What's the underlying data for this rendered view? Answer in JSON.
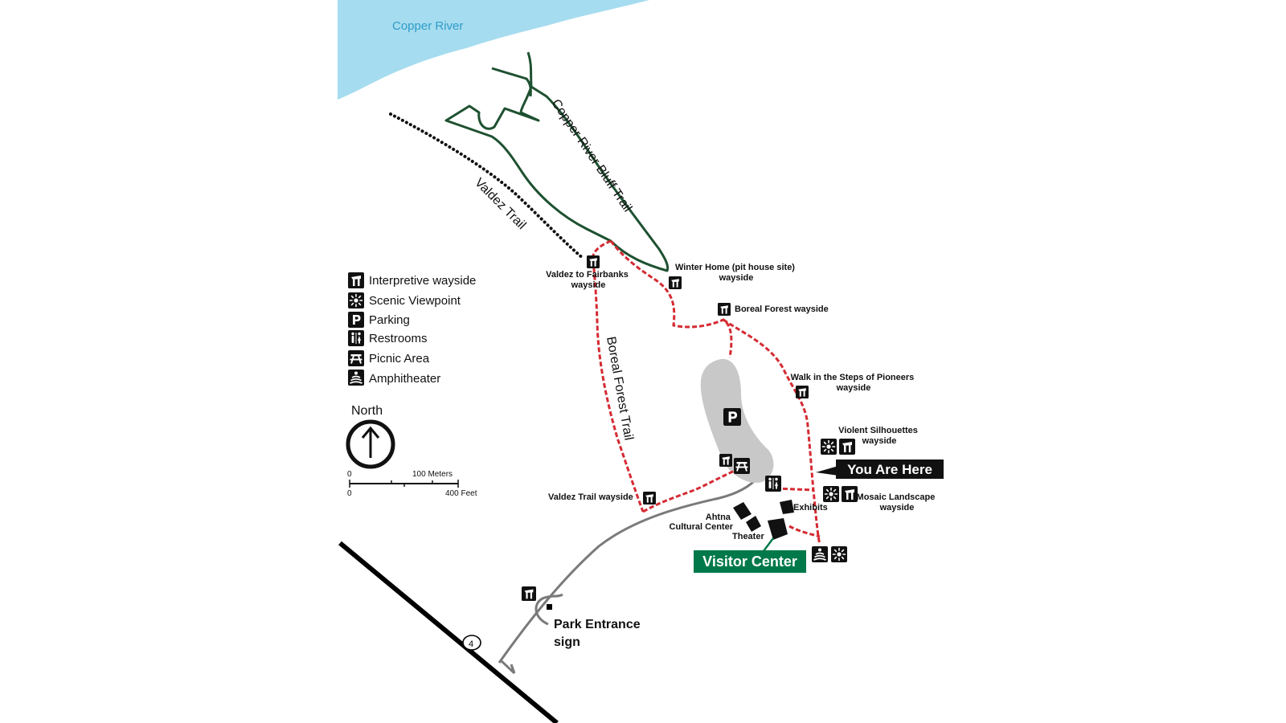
{
  "map": {
    "river_label": "Copper River",
    "trails": {
      "bluff": "Copper River Bluff Trail",
      "valdez": "Valdez Trail",
      "boreal": "Boreal Forest Trail"
    },
    "waysides": {
      "valdez_fairbanks": [
        "Valdez to Fairbanks",
        "wayside"
      ],
      "winter_home": [
        "Winter Home (pit house site)",
        "wayside"
      ],
      "boreal_forest": "Boreal Forest wayside",
      "pioneers": [
        "Walk in the Steps of Pioneers",
        "wayside"
      ],
      "violent": [
        "Violent Silhouettes",
        "wayside"
      ],
      "mosaic": [
        "Mosaic Landscape",
        "wayside"
      ],
      "valdez_trail": "Valdez Trail wayside"
    },
    "buildings": {
      "exhibits": "Exhibits",
      "ahtna": [
        "Ahtna",
        "Cultural Center"
      ],
      "theater": "Theater"
    },
    "you_are_here": "You Are Here",
    "visitor_center": "Visitor Center",
    "park_entrance": [
      "Park Entrance",
      "sign"
    ],
    "route_number": "4",
    "parking_symbol": "P"
  },
  "legend": [
    {
      "icon": "interpretive-wayside-icon",
      "label": "Interpretive wayside"
    },
    {
      "icon": "scenic-viewpoint-icon",
      "label": "Scenic Viewpoint"
    },
    {
      "icon": "parking-icon",
      "label": "Parking"
    },
    {
      "icon": "restrooms-icon",
      "label": "Restrooms"
    },
    {
      "icon": "picnic-area-icon",
      "label": "Picnic Area"
    },
    {
      "icon": "amphitheater-icon",
      "label": "Amphitheater"
    }
  ],
  "compass": {
    "label": "North"
  },
  "scale": {
    "meters_zero": "0",
    "meters_value": "100 Meters",
    "feet_zero": "0",
    "feet_value": "400 Feet"
  },
  "colors": {
    "water": "#a6dcef",
    "water_label": "#2e9cc9",
    "bluff_trail": "#1e5131",
    "loop_trail": "#d42b33",
    "road": "#777777",
    "highway": "#000000",
    "parking_lot": "#c8c8c8",
    "visitor_center": "#00794a"
  }
}
